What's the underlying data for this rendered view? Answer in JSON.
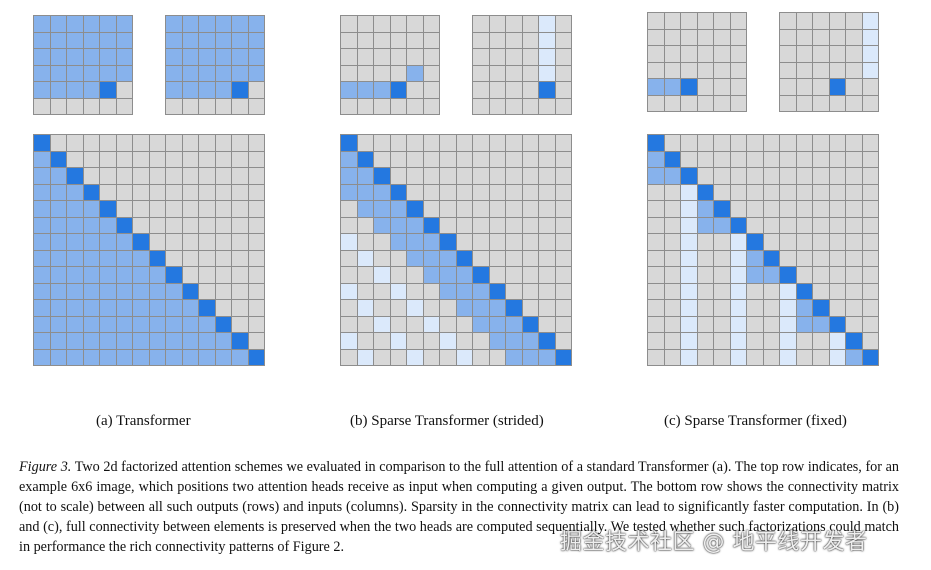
{
  "panels": [
    {
      "id": "a",
      "caption": "(a)  Transformer",
      "top_grids": [
        {
          "rows": [
            "111111",
            "111111",
            "111111",
            "111111",
            "111120",
            "000000"
          ]
        },
        {
          "rows": [
            "111111",
            "111111",
            "111111",
            "111111",
            "111120",
            "000000"
          ]
        }
      ],
      "bottom_grid": {
        "type": "full",
        "n": 14
      }
    },
    {
      "id": "b",
      "caption": "(b)  Sparse Transformer (strided)",
      "top_grids": [
        {
          "rows": [
            "000000",
            "000000",
            "000000",
            "000010",
            "111200",
            "000000"
          ]
        },
        {
          "rows": [
            "000030",
            "000030",
            "000030",
            "000030",
            "000020",
            "000000"
          ]
        }
      ],
      "bottom_grid": {
        "type": "strided",
        "n": 14
      }
    },
    {
      "id": "c",
      "caption": "(c)  Sparse Transformer (fixed)",
      "top_grids": [
        {
          "rows": [
            "000000",
            "000000",
            "000000",
            "000000",
            "112000",
            "000000"
          ]
        },
        {
          "rows": [
            "000003",
            "000003",
            "000003",
            "000003",
            "000200",
            "000000"
          ]
        }
      ],
      "bottom_grid": {
        "type": "fixed",
        "n": 14
      }
    }
  ],
  "figure_caption": {
    "label": "Figure 3.",
    "text": " Two 2d factorized attention schemes we evaluated in comparison to the full attention of a standard Transformer (a). The top row indicates, for an example 6x6 image, which positions two attention heads receive as input when computing a given output. The bottom row shows the connectivity matrix (not to scale) between all such outputs (rows) and inputs (columns). Sparsity in the connectivity matrix can lead to significantly faster computation. In (b) and (c), full connectivity between elements is preserved when the two heads are computed sequentially. We tested whether such factorizations could match in performance the rich connectivity patterns of Figure 2."
  },
  "watermark": "掘金技术社区 @ 地平线开发者",
  "colors": {
    "empty": "#d8d8d8",
    "attended": "#87b2ec",
    "current": "#2478e0",
    "light_attended": "#dbe9fb",
    "grid_line": "#8d8d8d"
  }
}
